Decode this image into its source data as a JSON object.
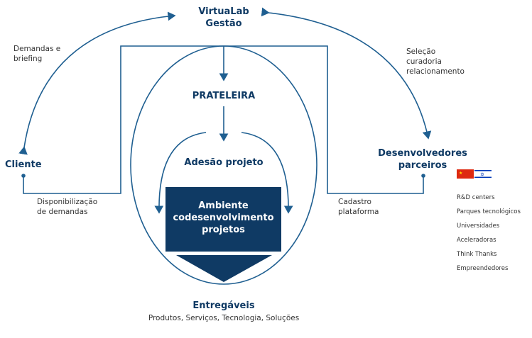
{
  "title": "VirtuaLab\nGestão",
  "left_arrow_label": "Demandas e\nbriefing",
  "right_arrow_label": "Seleção\ncuradoria\nrelacionamento",
  "shelf": "PRATELEIRA",
  "adhesion": "Adesão projeto",
  "environment": "Ambiente\ncodesenvolvimento\nprojetos",
  "client": "Cliente",
  "client_line_label": "Disponibilização\nde demandas",
  "partners": "Desenvolvedores\nparceiros",
  "partners_line_label": "Cadastro\nplataforma",
  "partner_types": [
    "R&D centers",
    "Parques tecnológicos",
    "Universidades",
    "Aceleradoras",
    "Think Thanks",
    "Empreendedores"
  ],
  "deliverables_title": "Entregáveis",
  "deliverables": "Produtos, Serviços, Tecnologia, Soluções",
  "colors": {
    "navy": "#0f3a64",
    "line": "#1f5f91"
  }
}
